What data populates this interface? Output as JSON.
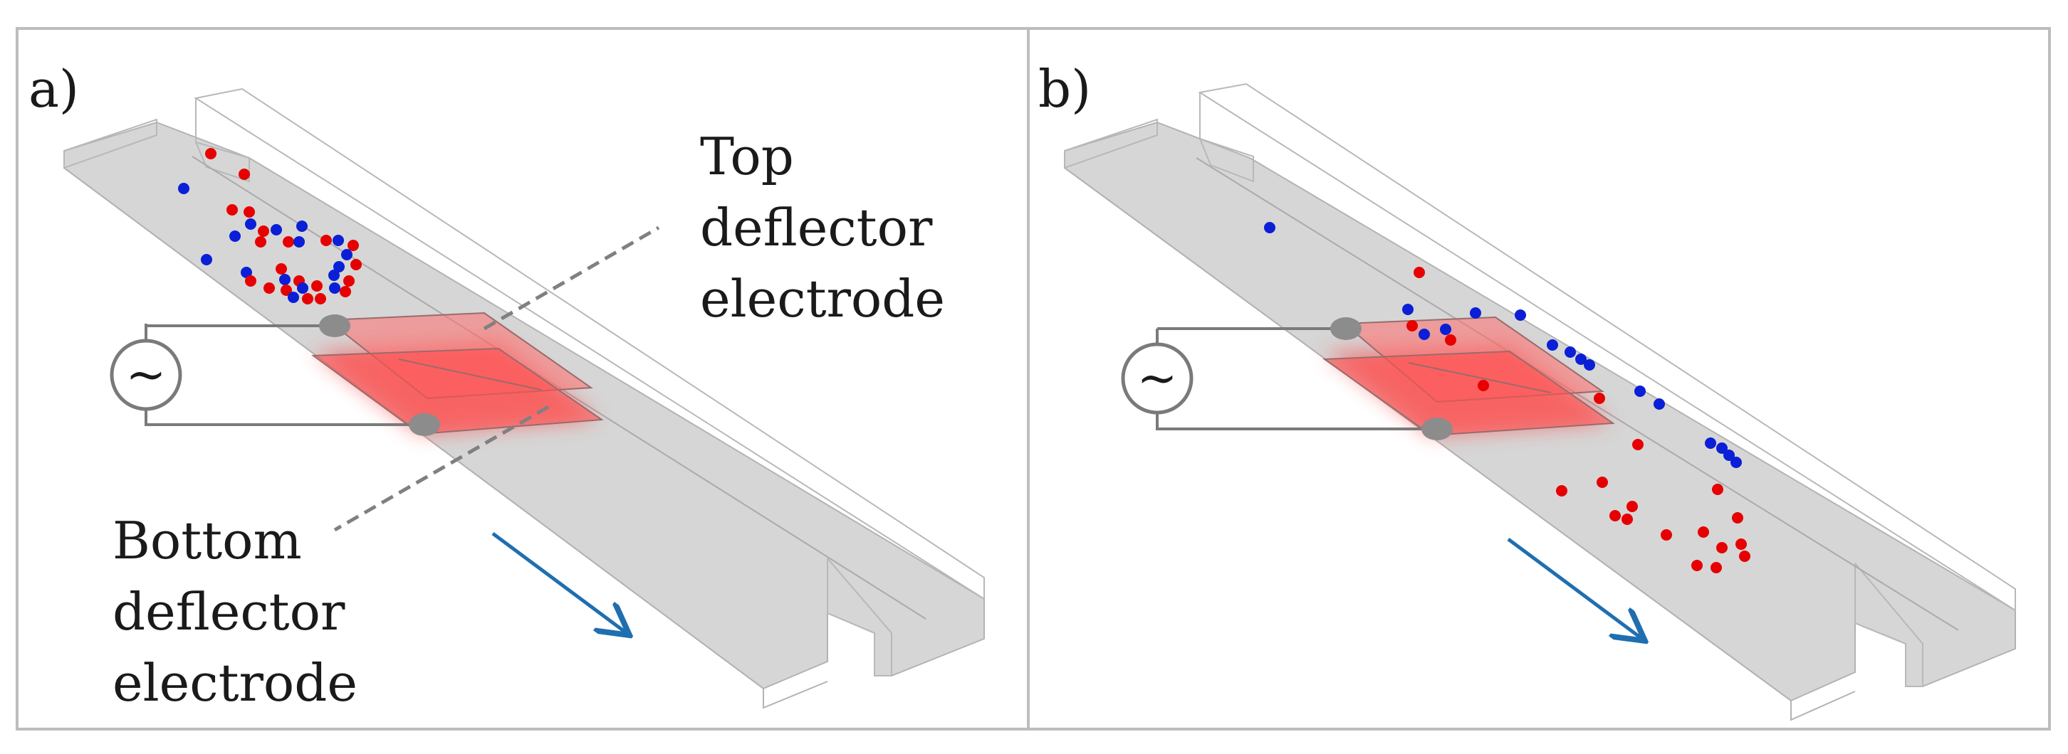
{
  "panels": [
    {
      "id": "a",
      "label": "a)"
    },
    {
      "id": "b",
      "label": "b)"
    }
  ],
  "annotations": {
    "top_electrode": [
      "Top",
      "deflector",
      "electrode"
    ],
    "bottom_electrode": [
      "Bottom",
      "deflector",
      "electrode"
    ]
  },
  "colors": {
    "channel_fill": "#d6d6d6",
    "channel_edge": "#b3b3b3",
    "electrode": "#ff5a5a",
    "particle_red": "#e60000",
    "particle_blue": "#0a1fd6",
    "flow_arrow": "#1f6fb0",
    "frame": "#bdbdbd",
    "wire": "#7a7a7a",
    "contact": "#8c8c8c"
  },
  "icons": {
    "ac_source": "~"
  }
}
